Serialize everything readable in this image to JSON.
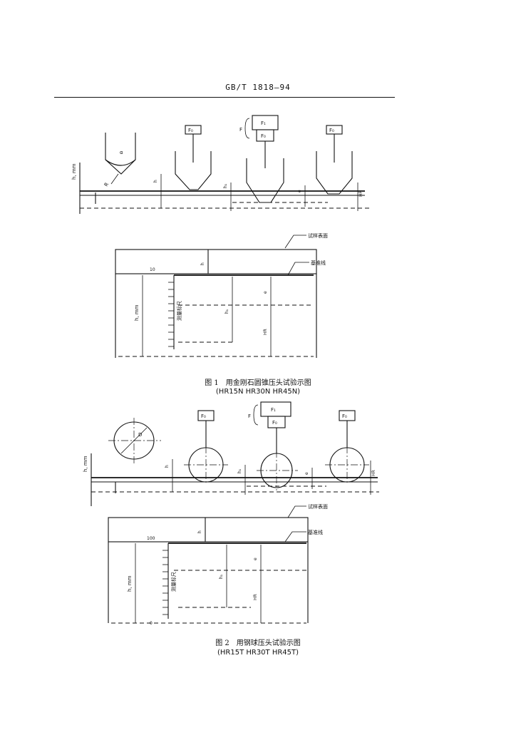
{
  "header": {
    "code": "GB/T 1818—94"
  },
  "labels": {
    "force_f0": "F₀",
    "force_f1": "F₁",
    "force_f": "F",
    "angle": "α",
    "radius": "R",
    "diameter": "D",
    "h_unit_mm": "h, mm",
    "e": "e",
    "hr": "HR",
    "h": "h",
    "h1": "h₁",
    "specimen_surface": "试样表面",
    "reference_line": "基准线",
    "depth_scale": "测量标尺",
    "zero": "0",
    "top_mark_fig1": "10",
    "top_mark_fig2": "100"
  },
  "figure1": {
    "number": "图 1",
    "title": "用金刚石圆锥压头试验示图",
    "scales": "(HR15N HR30N HR45N)"
  },
  "figure2": {
    "number": "图 2",
    "title": "用钢球压头试验示图",
    "scales": "(HR15T HR30T HR45T)"
  }
}
